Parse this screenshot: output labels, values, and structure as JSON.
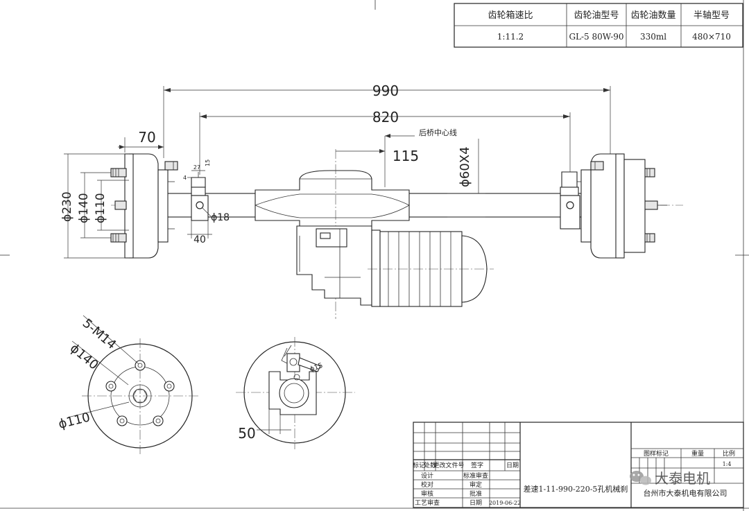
{
  "spec_table": {
    "headers": [
      "齿轮箱速比",
      "齿轮油型号",
      "齿轮油数量",
      "半轴型号"
    ],
    "values": [
      "1:11.2",
      "GL-5 80W-90",
      "330ml",
      "480×710"
    ]
  },
  "dimensions": {
    "overall_width": "990",
    "spring_seat_spacing": "820",
    "hub_offset": "70",
    "center_offset": "115",
    "center_line_label": "后桥中心线",
    "axle_tube": "ϕ60X4",
    "hub_dia_230": "ϕ230",
    "hub_dia_140": "ϕ140",
    "hub_dia_110": "ϕ110",
    "bolt_hole": "ϕ18",
    "seat_width": "40",
    "small_dim_27": "27",
    "small_dim_15": "15",
    "small_dim_4": "4"
  },
  "hub_view": {
    "bolt_spec": "5-M14",
    "pcd": "ϕ140",
    "bore": "ϕ110"
  },
  "section_view": {
    "dim_50": "50",
    "dim_15": "ϕ15"
  },
  "title_block": {
    "row_labels": [
      "标记",
      "处数",
      "更改文件号",
      "签字",
      "日期"
    ],
    "left_rows": [
      "设计",
      "校对",
      "审核",
      "工艺审查"
    ],
    "mid_rows": [
      "标准审查",
      "审定",
      "批准",
      "日期"
    ],
    "date": "2019-06-22",
    "drawing_name": "差速1-11-990-220-5孔机械刹",
    "right_headers": [
      "图样标记",
      "重量",
      "比例"
    ],
    "scale": "1:4",
    "company": "台州市大泰机电有限公司"
  },
  "watermark": {
    "text": "大泰电机"
  }
}
